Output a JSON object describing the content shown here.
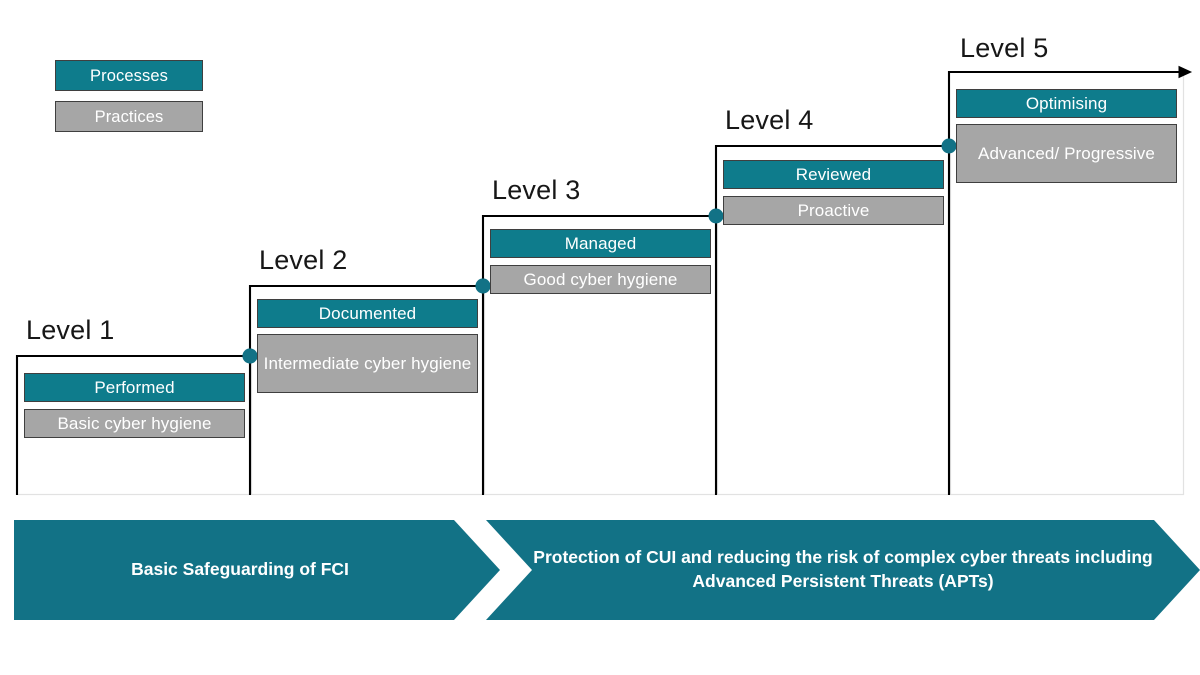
{
  "legend": {
    "processes_label": "Processes",
    "practices_label": "Practices",
    "process_color": "#0E7C8C",
    "practice_color": "#A6A6A6"
  },
  "levels": [
    {
      "title": "Level 1",
      "process": "Performed",
      "practice": "Basic cyber hygiene"
    },
    {
      "title": "Level 2",
      "process": "Documented",
      "practice": "Intermediate cyber hygiene"
    },
    {
      "title": "Level 3",
      "process": "Managed",
      "practice": "Good cyber hygiene"
    },
    {
      "title": "Level 4",
      "process": "Reviewed",
      "practice": "Proactive"
    },
    {
      "title": "Level 5",
      "process": "Optimising",
      "practice": "Advanced/ Progressive"
    }
  ],
  "banner": {
    "left_label": "Basic Safeguarding of FCI",
    "right_label": "Protection of CUI and reducing the risk of complex cyber threats including Advanced Persistent Threats (APTs)",
    "color": "#127286"
  }
}
